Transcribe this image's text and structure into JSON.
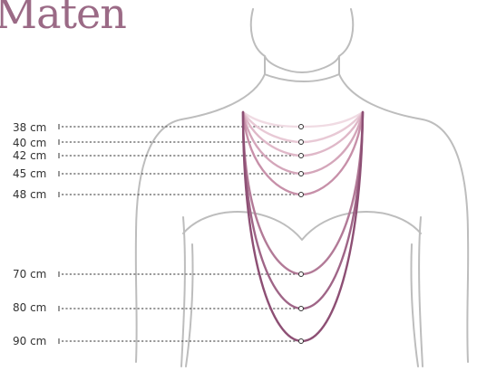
{
  "title": "Maten",
  "labels": [
    "38 cm",
    "40 cm",
    "42 cm",
    "45 cm",
    "48 cm",
    "70 cm",
    "80 cm",
    "90 cm"
  ],
  "colors": {
    "title": "#9b6a86",
    "outline": "#bdbdbd",
    "guide": "#333333",
    "necklaces": [
      "#f0dbe3",
      "#e8c9d5",
      "#dfb8c8",
      "#d4a6ba",
      "#c790a9",
      "#b27a97",
      "#9f6587",
      "#8d4f74"
    ]
  }
}
